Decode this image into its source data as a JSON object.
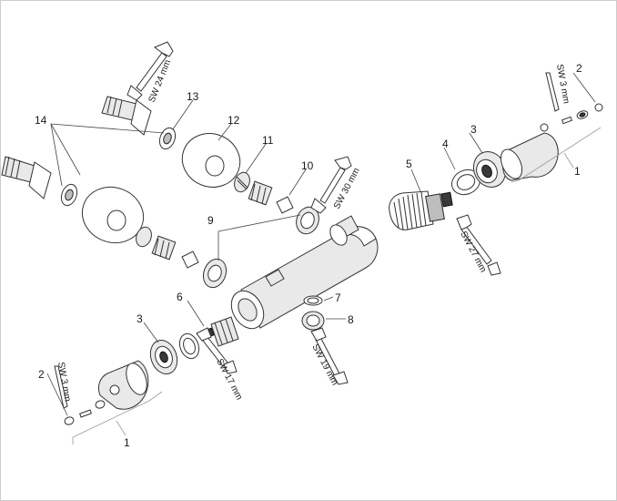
{
  "parts": [
    {
      "id": "p1-top",
      "number": "1"
    },
    {
      "id": "p2-top",
      "number": "2"
    },
    {
      "id": "p3-top",
      "number": "3"
    },
    {
      "id": "p4",
      "number": "4"
    },
    {
      "id": "p5",
      "number": "5"
    },
    {
      "id": "p13",
      "number": "13"
    },
    {
      "id": "p12",
      "number": "12"
    },
    {
      "id": "p14",
      "number": "14"
    },
    {
      "id": "p11",
      "number": "11"
    },
    {
      "id": "p10",
      "number": "10"
    },
    {
      "id": "p9",
      "number": "9"
    },
    {
      "id": "p6",
      "number": "6"
    },
    {
      "id": "p7",
      "number": "7"
    },
    {
      "id": "p8",
      "number": "8"
    },
    {
      "id": "p3-bottom",
      "number": "3"
    },
    {
      "id": "p2-bottom",
      "number": "2"
    },
    {
      "id": "p1-bottom",
      "number": "1"
    }
  ],
  "tools": [
    {
      "id": "sw3-top",
      "label": "SW 3 mm"
    },
    {
      "id": "sw24",
      "label": "SW 24 mm"
    },
    {
      "id": "sw30",
      "label": "SW 30 mm"
    },
    {
      "id": "sw27",
      "label": "SW 27 mm"
    },
    {
      "id": "sw17",
      "label": "SW 17 mm"
    },
    {
      "id": "sw19",
      "label": "SW 19 mm"
    },
    {
      "id": "sw3-bottom",
      "label": "SW 3 mm"
    }
  ]
}
